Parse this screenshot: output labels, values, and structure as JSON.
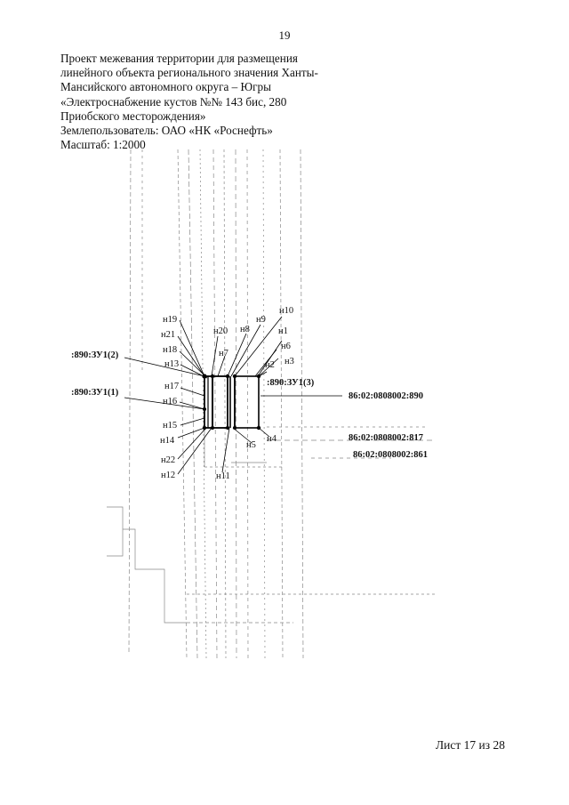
{
  "page": {
    "number": "19"
  },
  "header": {
    "lines": [
      "Проект межевания территории для размещения",
      "линейного объекта регионального значения Ханты-",
      "Мансийского автономного округа – Югры",
      "«Электроснабжение кустов №№ 143 бис, 280",
      "Приобского месторождения»",
      "Землепользователь: ОАО «НК «Роснефть»",
      "Масштаб: 1:2000"
    ]
  },
  "drawing": {
    "point_labels": {
      "n1": "н1",
      "n2": "н2",
      "n3": "н3",
      "n4": "н4",
      "n5": "н5",
      "n6": "н6",
      "n7": "н7",
      "n8": "н8",
      "n9": "н9",
      "n10": "н10",
      "n11": "н11",
      "n12": "н12",
      "n13": "н13",
      "n14": "н14",
      "n15": "н15",
      "n16": "н16",
      "n17": "н17",
      "n18": "н18",
      "n19": "н19",
      "n20": "н20",
      "n21": "н21",
      "n22": "н22"
    },
    "parcel_labels": {
      "zu1_2": ":890:ЗУ1(2)",
      "zu1_1": ":890:ЗУ1(1)",
      "zu1_3": ":890:ЗУ1(3)",
      "cad_890": "86:02:0808002:890",
      "cad_817": "86:02:0808002:817",
      "cad_861": "86:02:0808002:861"
    }
  },
  "footer": {
    "sheet": "Лист 17 из 28"
  }
}
